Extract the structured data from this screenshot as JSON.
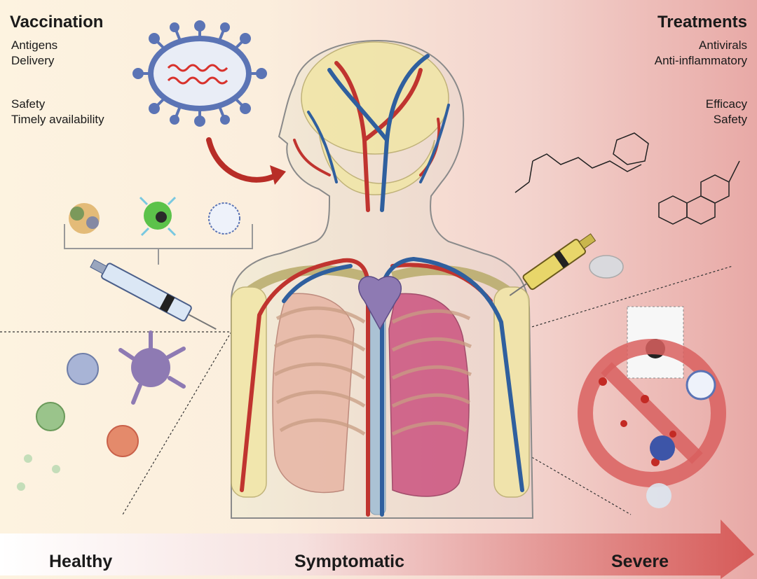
{
  "vaccination": {
    "title": "Vaccination",
    "items": [
      "Antigens",
      "Delivery"
    ],
    "criteria": [
      "Safety",
      "Timely availability"
    ]
  },
  "treatments": {
    "title": "Treatments",
    "items": [
      "Antivirals",
      "Anti-inflammatory"
    ],
    "criteria": [
      "Efficacy",
      "Safety"
    ]
  },
  "progression": {
    "stages": [
      "Healthy",
      "Symptomatic",
      "Severe"
    ]
  },
  "colors": {
    "left_background": "#fdf3e0",
    "right_background": "#e8a9a6",
    "virus": "#5b74b5",
    "artery": "#c0342f",
    "vein": "#2f5f9e",
    "skeleton": "#f1e6a6",
    "lung_right": "#c94a7a",
    "arrow": "#d9605f"
  }
}
